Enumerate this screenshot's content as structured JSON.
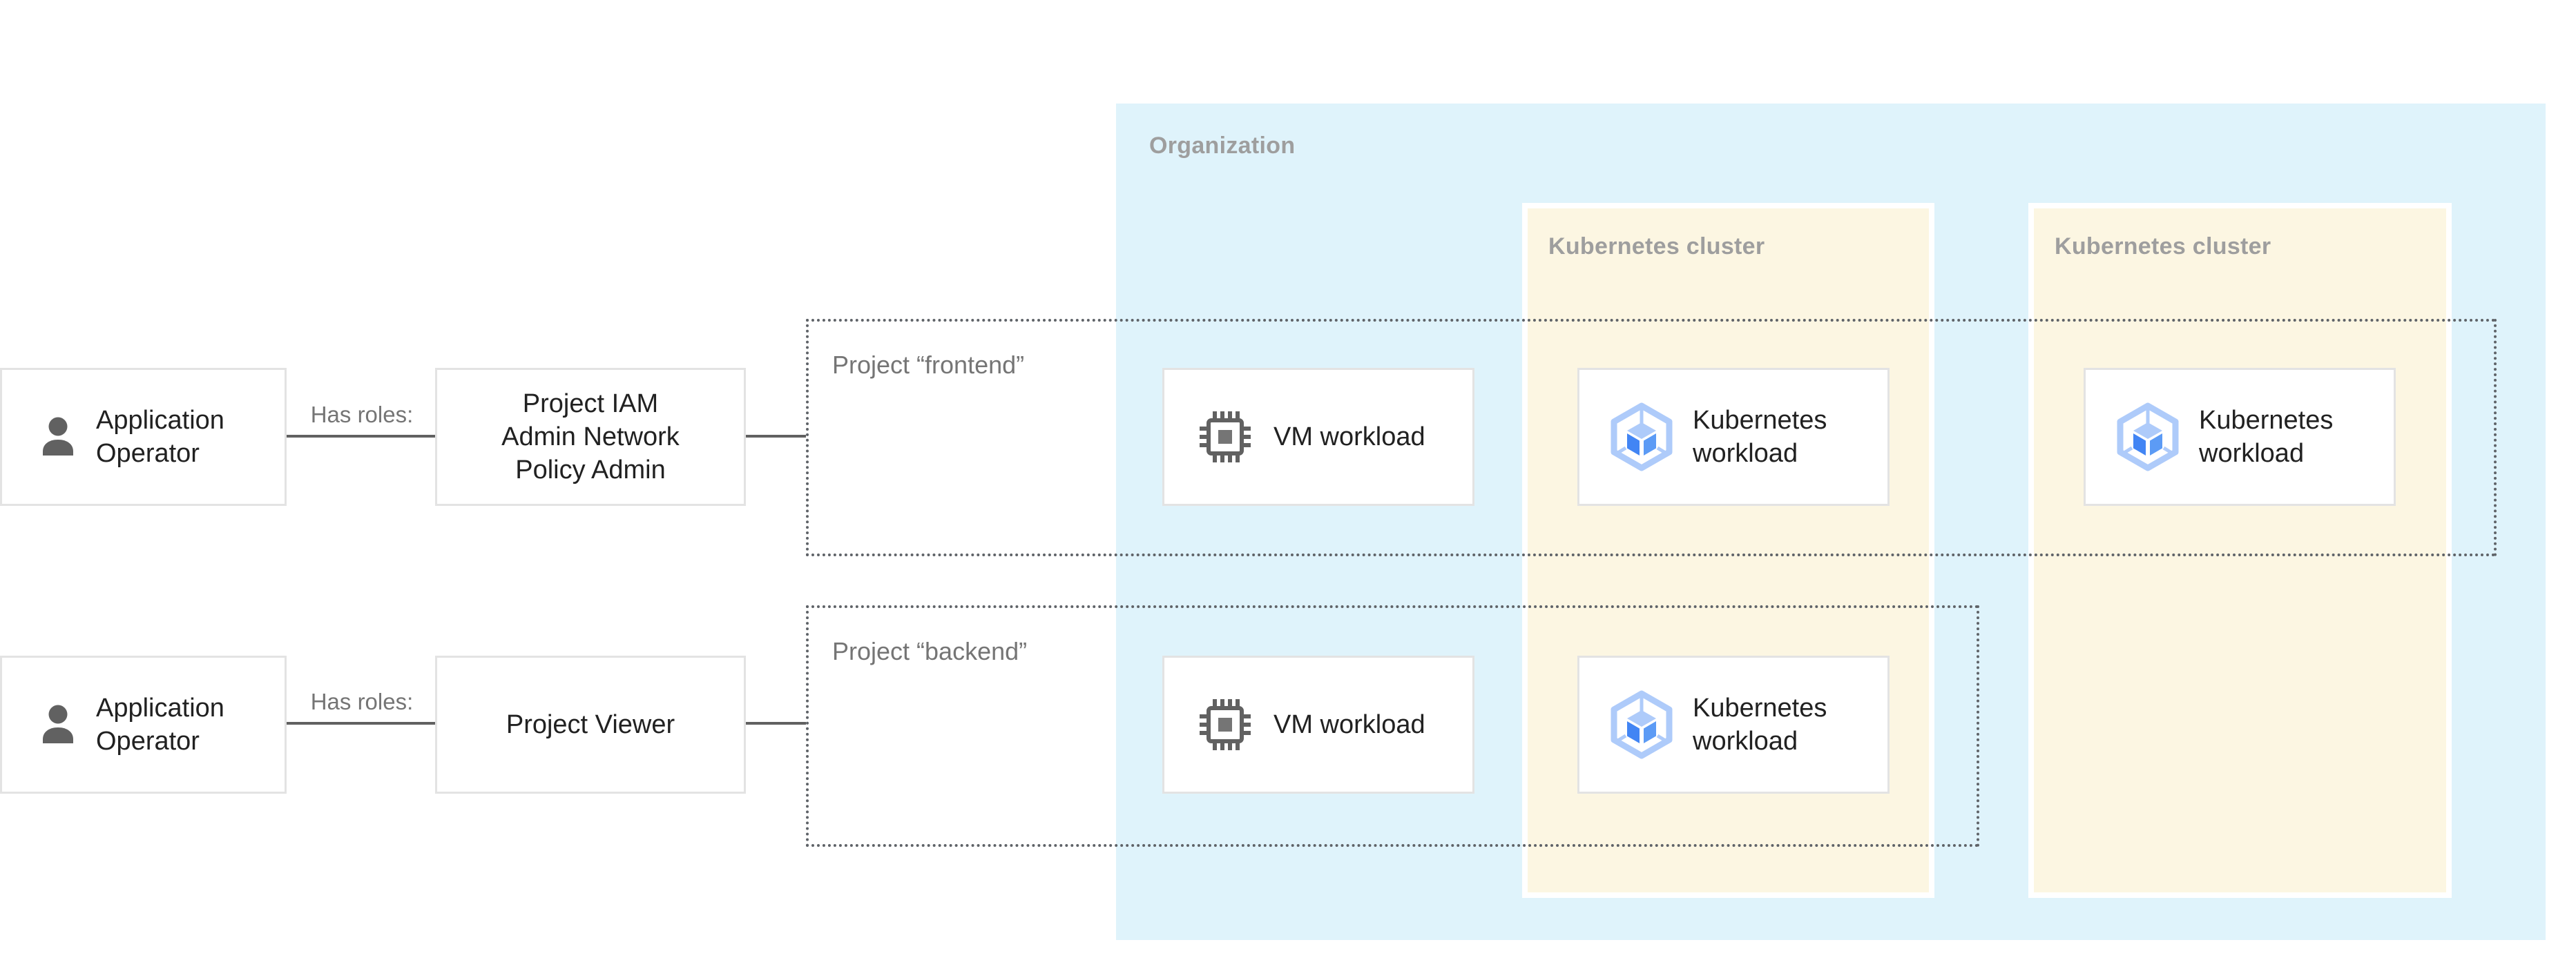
{
  "organization": {
    "label": "Organization"
  },
  "clusters": {
    "first": {
      "label": "Kubernetes cluster"
    },
    "second": {
      "label": "Kubernetes cluster"
    }
  },
  "projects": {
    "frontend": {
      "label": "Project “frontend”"
    },
    "backend": {
      "label": "Project “backend”"
    }
  },
  "actors": {
    "label": "Application Operator"
  },
  "relations": {
    "has_roles": "Has roles:"
  },
  "roles": {
    "frontend": {
      "lines": [
        "Project IAM",
        "Admin Network",
        "Policy Admin"
      ]
    },
    "backend": {
      "lines": [
        "Project Viewer"
      ]
    }
  },
  "workloads": {
    "vm_label": "VM workload",
    "kubernetes_label": "Kubernetes workload"
  },
  "icons": {
    "actor": "person-icon",
    "vm": "chip-icon",
    "kubernetes": "kubernetes-hexagon-cube-icon"
  },
  "colors": {
    "organization_bg": "#DFF3FB",
    "cluster_bg": "#FCF6E2",
    "zone_label": "#9E9E9E",
    "muted_label": "#757575",
    "text": "#212121",
    "connector": "#616161",
    "box_border": "#E3E3E3",
    "dashed_border": "#5F6368",
    "k8s_icon_blue": "#4285F4",
    "k8s_icon_light_blue": "#AECBFA",
    "icon_gray": "#616161"
  }
}
